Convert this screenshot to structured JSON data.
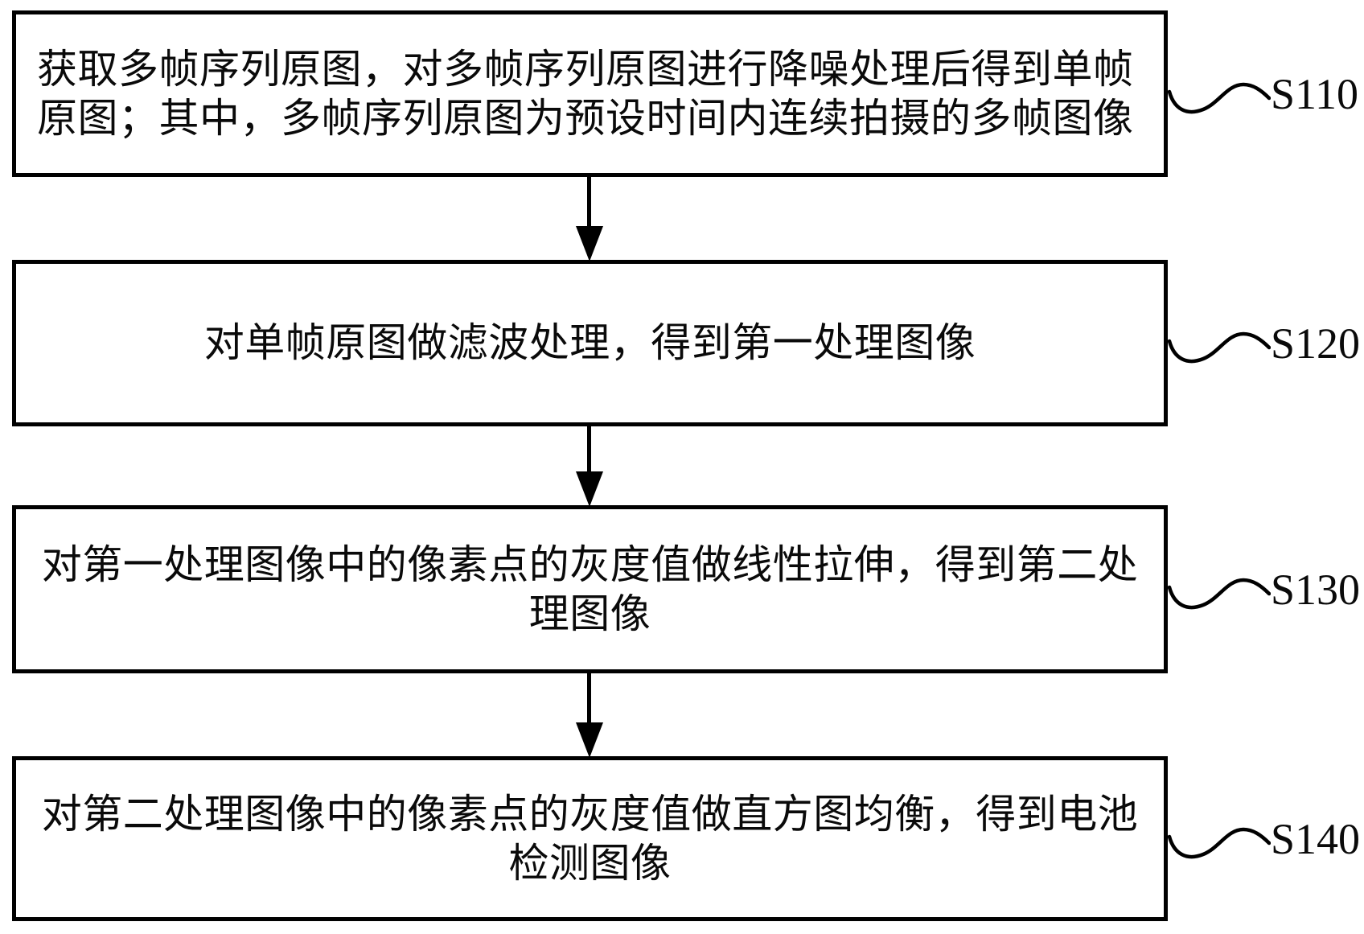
{
  "diagram": {
    "type": "flowchart",
    "background_color": "#ffffff",
    "stroke_color": "#000000",
    "text_color": "#0a0a0a",
    "steps": [
      {
        "id": "S110",
        "text": "获取多帧序列原图，对多帧序列原图进行降噪处理后得到单帧原图；其中，多帧序列原图为预设时间内连续拍摄的多帧图像"
      },
      {
        "id": "S120",
        "text": "对单帧原图做滤波处理，得到第一处理图像"
      },
      {
        "id": "S130",
        "text": "对第一处理图像中的像素点的灰度值做线性拉伸，得到第二处理图像"
      },
      {
        "id": "S140",
        "text": "对第二处理图像中的像素点的灰度值做直方图均衡，得到电池检测图像"
      }
    ],
    "connectors": [
      {
        "type": "arrow-down",
        "from": "S110",
        "to": "S120"
      },
      {
        "type": "arrow-down",
        "from": "S120",
        "to": "S130"
      },
      {
        "type": "arrow-down",
        "from": "S130",
        "to": "S140"
      }
    ]
  }
}
